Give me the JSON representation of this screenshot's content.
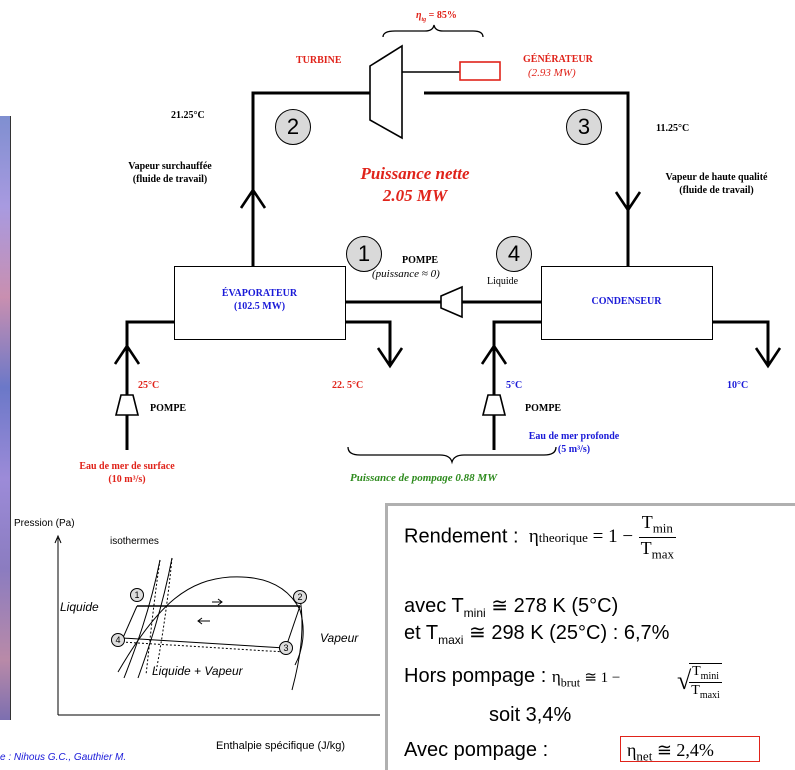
{
  "efficiency_label": "η",
  "efficiency_sub": "tg",
  "efficiency_value": "= 85%",
  "turbine_label": "TURBINE",
  "generator_label": "GÉNÉRATEUR",
  "generator_power": "(2.93 MW)",
  "temp_2": "21.25°C",
  "temp_3": "11.25°C",
  "state_1": "1",
  "state_2": "2",
  "state_3": "3",
  "state_4": "4",
  "vapor_superheated": [
    "Vapeur surchauffée",
    "(fluide de travail)"
  ],
  "vapor_quality": [
    "Vapeur de haute qualité",
    "(fluide de travail)"
  ],
  "net_power": [
    "Puissance nette",
    "2.05 MW"
  ],
  "pump_top_label": "POMPE",
  "pump_top_power": "(puissance ≈ 0)",
  "liquid_label": "Liquide",
  "evaporator": [
    "ÉVAPORATEUR",
    "(102.5 MW)"
  ],
  "condenser": "CONDENSEUR",
  "temp_in_surface": "25°C",
  "temp_out_surface": "22. 5°C",
  "temp_in_deep": "5°C",
  "temp_out_deep": "10°C",
  "pump_left": "POMPE",
  "pump_right": "POMPE",
  "surface_water": [
    "Eau de mer de surface",
    "(10 m³/s)"
  ],
  "deep_water": [
    "Eau de mer profonde",
    "(5 m³/s)"
  ],
  "pumping_power": "Puissance de pompage 0.88 MW",
  "chart": {
    "y_label": "Pression (Pa)",
    "x_label": "Enthalpie spécifique (J/kg)",
    "isotherms": "isothermes",
    "liquid": "Liquide",
    "vapor": "Vapeur",
    "mix": "Liquide + Vapeur",
    "p1": "1",
    "p2": "2",
    "p3": "3",
    "p4": "4"
  },
  "source_note": "e : Nihous G.C., Gauthier M.",
  "results": {
    "rendement_label": "Rendement :",
    "eta_theorique": "η",
    "eta_theorique_sub": "theorique",
    "one_minus": "= 1 −",
    "t_min": "T",
    "t_min_sub": "min",
    "t_max": "T",
    "t_max_sub": "max",
    "avec_prefix": "avec T",
    "avec_sub": "mini",
    "avec_value": "≅ 278 K (5°C)",
    "et_prefix": "et T",
    "et_sub": "maxi",
    "et_value": "≅ 298 K (25°C) : 6,7%",
    "hors_label": "Hors pompage :",
    "eta_brut": "η",
    "eta_brut_sub": "brut",
    "approx_one_minus": "≅ 1 −",
    "t_mini_sub": "mini",
    "t_maxi_sub": "maxi",
    "soit": "soit 3,4%",
    "avec_pompage": "Avec pompage :",
    "eta_net": "η",
    "eta_net_sub": "net",
    "eta_net_value": "≅ 2,4%"
  }
}
